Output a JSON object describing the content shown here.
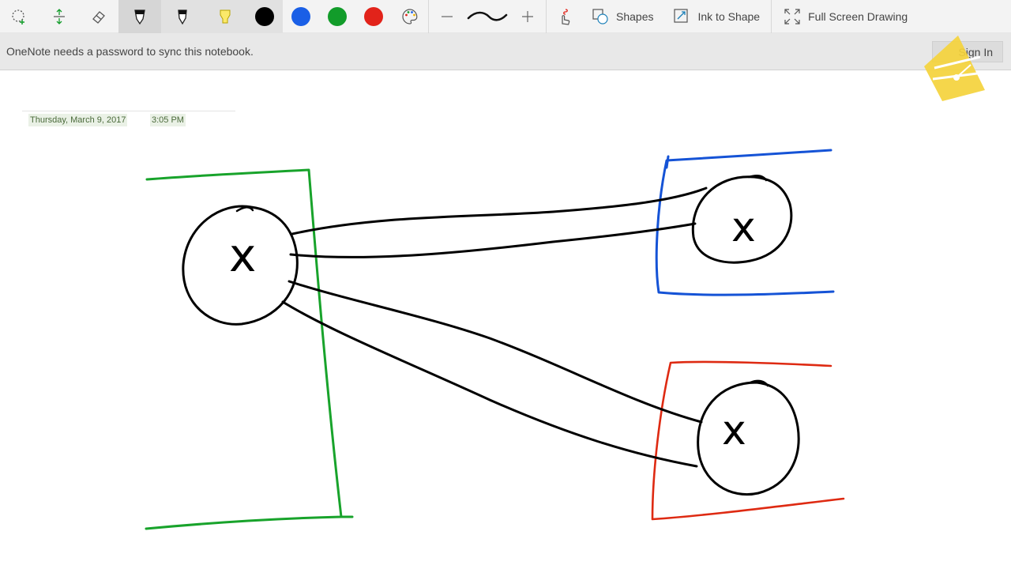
{
  "toolbar": {
    "tools": [
      {
        "name": "lasso-select",
        "icon": "lasso-icon"
      },
      {
        "name": "insert-space",
        "icon": "insert-space-icon"
      },
      {
        "name": "eraser",
        "icon": "eraser-icon"
      },
      {
        "name": "pen",
        "icon": "pen-icon",
        "selected": true
      },
      {
        "name": "pencil",
        "icon": "pencil-icon"
      },
      {
        "name": "highlighter",
        "icon": "highlighter-icon"
      }
    ],
    "colors": [
      {
        "name": "black",
        "hex": "#000000",
        "selected": true
      },
      {
        "name": "blue",
        "hex": "#1a5fe6"
      },
      {
        "name": "green",
        "hex": "#129c2a"
      },
      {
        "name": "red",
        "hex": "#e2231a"
      }
    ],
    "shapes_label": "Shapes",
    "ink_to_shape_label": "Ink to Shape",
    "full_screen_label": "Full Screen Drawing"
  },
  "notification": {
    "message": "OneNote needs a password to sync this notebook.",
    "button_label": "Sign In"
  },
  "page": {
    "date": "Thursday, March 9, 2017",
    "time": "3:05 PM"
  },
  "ink": {
    "glyph": "x",
    "colors": {
      "black": "#000000",
      "green": "#18a32b",
      "blue": "#1553d6",
      "red": "#de2a12"
    }
  }
}
